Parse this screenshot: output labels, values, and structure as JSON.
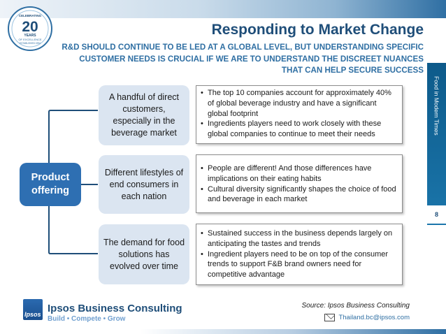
{
  "badge": {
    "line1": "CELEBRATING",
    "number": "20",
    "line2": "YEARS",
    "line3": "OF EXCELLENCE",
    "line4": "ESTABLISHED 1994"
  },
  "header": {
    "title": "Responding to Market Change",
    "subtitle": "R&D SHOULD CONTINUE TO BE LED AT A GLOBAL LEVEL, BUT UNDERSTANDING SPECIFIC CUSTOMER NEEDS IS CRUCIAL IF WE ARE TO UNDERSTAND THE DISCREET NUANCES THAT CAN HELP SECURE SUCCESS"
  },
  "sidebar": {
    "label": "Food in Modern Times",
    "page_number": "8"
  },
  "diagram": {
    "root": "Product offering",
    "branches": [
      {
        "segment": "A handful of direct customers, especially in the beverage market",
        "points": [
          "The top 10 companies account for approximately 40% of global beverage industry and have a significant global footprint",
          "Ingredients players need to work closely with these global companies to continue to meet their needs"
        ]
      },
      {
        "segment": "Different lifestyles of end consumers in each nation",
        "points": [
          "People are different! And those differences have implications on their eating habits",
          "Cultural diversity significantly shapes the choice of food and beverage in each market"
        ]
      },
      {
        "segment": "The demand for food solutions has evolved over time",
        "points": [
          "Sustained success in the business depends largely on anticipating the tastes and trends",
          "Ingredient players need to be on top of the consumer trends to support F&B brand owners need for competitive advantage"
        ]
      }
    ]
  },
  "footer": {
    "logo_text": "Ipsos",
    "brand": "Ipsos Business Consulting",
    "tagline": "Build • Compete • Grow",
    "source": "Source: Ipsos Business Consulting",
    "email": "Thailand.bc@ipsos.com"
  },
  "colors": {
    "title": "#1f4e79",
    "subtitle": "#2f6fa3",
    "root_box": "#2e6fb2",
    "segment_box": "#dbe5f1",
    "connector": "#1f4e79"
  }
}
